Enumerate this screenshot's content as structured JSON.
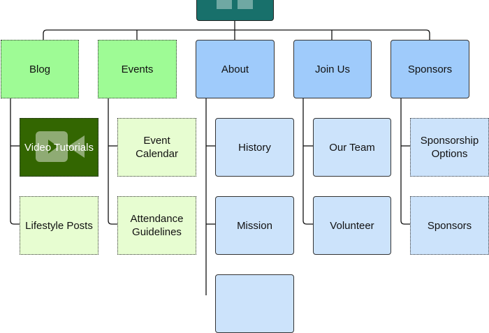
{
  "sitemap": {
    "blog": {
      "label": "Blog",
      "children": [
        {
          "label": "Video Tutorials",
          "icon": "video-camera-icon"
        },
        {
          "label": "Lifestyle Posts"
        }
      ]
    },
    "events": {
      "label": "Events",
      "children": [
        {
          "label": "Event\nCalendar"
        },
        {
          "label": "Attendance\nGuidelines"
        }
      ]
    },
    "about": {
      "label": "About",
      "children": [
        {
          "label": "History"
        },
        {
          "label": "Mission"
        },
        {
          "label": ""
        }
      ]
    },
    "join_us": {
      "label": "Join Us",
      "children": [
        {
          "label": "Our Team"
        },
        {
          "label": "Volunteer"
        }
      ]
    },
    "sponsors": {
      "label": "Sponsors",
      "children": [
        {
          "label": "Sponsorship\nOptions"
        },
        {
          "label": "Sponsors"
        }
      ]
    }
  },
  "colors": {
    "root": "#18706b",
    "blog_events_green": "#9efb95",
    "light_green": "#e7fdd1",
    "video_green": "#336601",
    "blue": "#9fcbfb",
    "light_blue": "#cce3fb"
  }
}
